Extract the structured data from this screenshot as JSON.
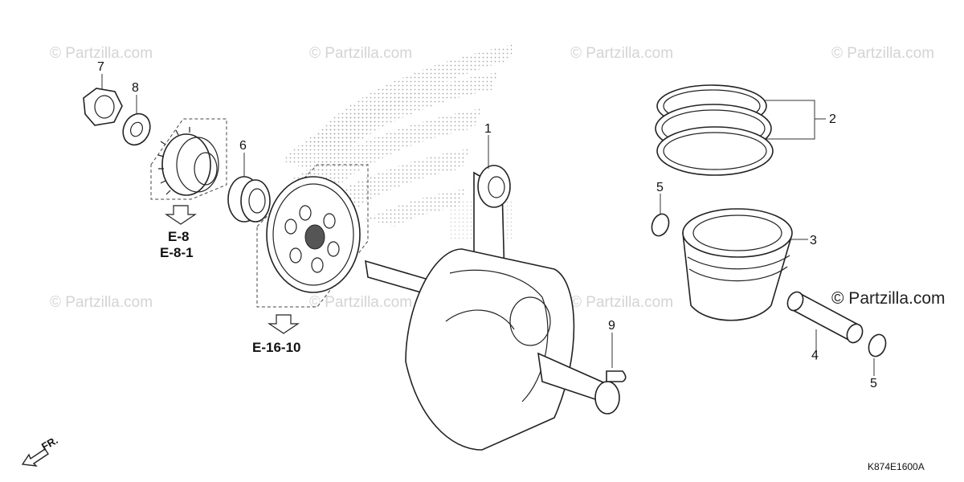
{
  "watermarks": {
    "text": "© Partzilla.com",
    "large_text": "© Partzilla.com"
  },
  "callouts": {
    "c1": "1",
    "c2": "2",
    "c3": "3",
    "c4": "4",
    "c5a": "5",
    "c5b": "5",
    "c6": "6",
    "c7": "7",
    "c8": "8",
    "c9": "9"
  },
  "references": {
    "r1_line1": "E-8",
    "r1_line2": "E-8-1",
    "r2": "E-16-10"
  },
  "direction_label": "FR.",
  "diagram_code": "K874E1600A",
  "icons": [
    "front-direction-arrow-icon",
    "reference-arrow-icon"
  ]
}
